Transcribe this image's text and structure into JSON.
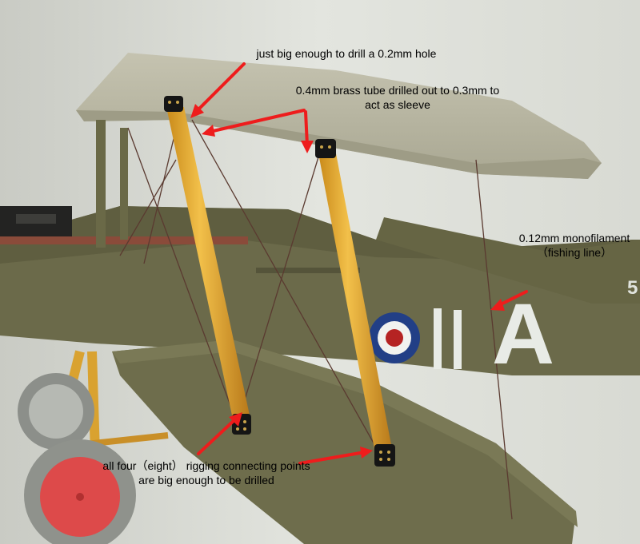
{
  "photo": {
    "aircraft_marking": "A",
    "tail_number_partial": "5"
  },
  "annotations": [
    {
      "text": "just big enough to drill a 0.2mm hole"
    },
    {
      "text": "0.4mm brass tube drilled out to 0.3mm to act as sleeve"
    },
    {
      "text": "0.12mm monofilament（fishing line）"
    },
    {
      "text": "all four（eight） rigging connecting points are big enough to be drilled"
    }
  ],
  "colors": {
    "background": "#d9dcd6",
    "olive_drab": "#6b6a4a",
    "wing_underside": "#b6b4a0",
    "strut_wood": "#e0a830",
    "roundel_blue": "#223f86",
    "roundel_red": "#b52323",
    "arrow": "#ee1c1c",
    "wheel_red": "#dd4a4a"
  }
}
